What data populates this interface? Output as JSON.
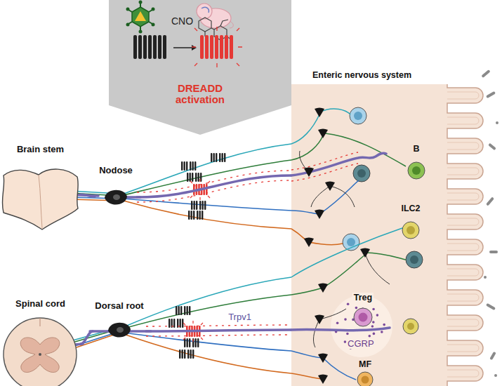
{
  "diagram": {
    "nodes": [
      {
        "text": [
          "DREADD activation"
        ]
      },
      {
        "text": [
          "Brain stem"
        ]
      },
      {
        "text": [
          "Nodose"
        ]
      },
      {
        "text": [
          "Spinal cord"
        ]
      },
      {
        "text": [
          "Dorsal root"
        ]
      },
      {
        "text": [
          "Enteric nervous system"
        ]
      },
      {
        "text": [
          "B"
        ],
        "in": 5
      },
      {
        "text": [
          "ILC2"
        ],
        "in": 5
      },
      {
        "text": [
          "Treg"
        ],
        "in": 5
      },
      {
        "text": [
          "MF"
        ],
        "in": 5
      }
    ],
    "edges": [
      {
        "from": 1,
        "to": 2,
        "arrow": "none"
      },
      {
        "from": 2,
        "to": 5,
        "arrow": "none"
      },
      {
        "from": 3,
        "to": 4,
        "arrow": "none"
      },
      {
        "from": 4,
        "to": 5,
        "label": "Trpv1",
        "arrow": "none"
      }
    ],
    "labels": [
      "CNO",
      "CGRP"
    ]
  }
}
